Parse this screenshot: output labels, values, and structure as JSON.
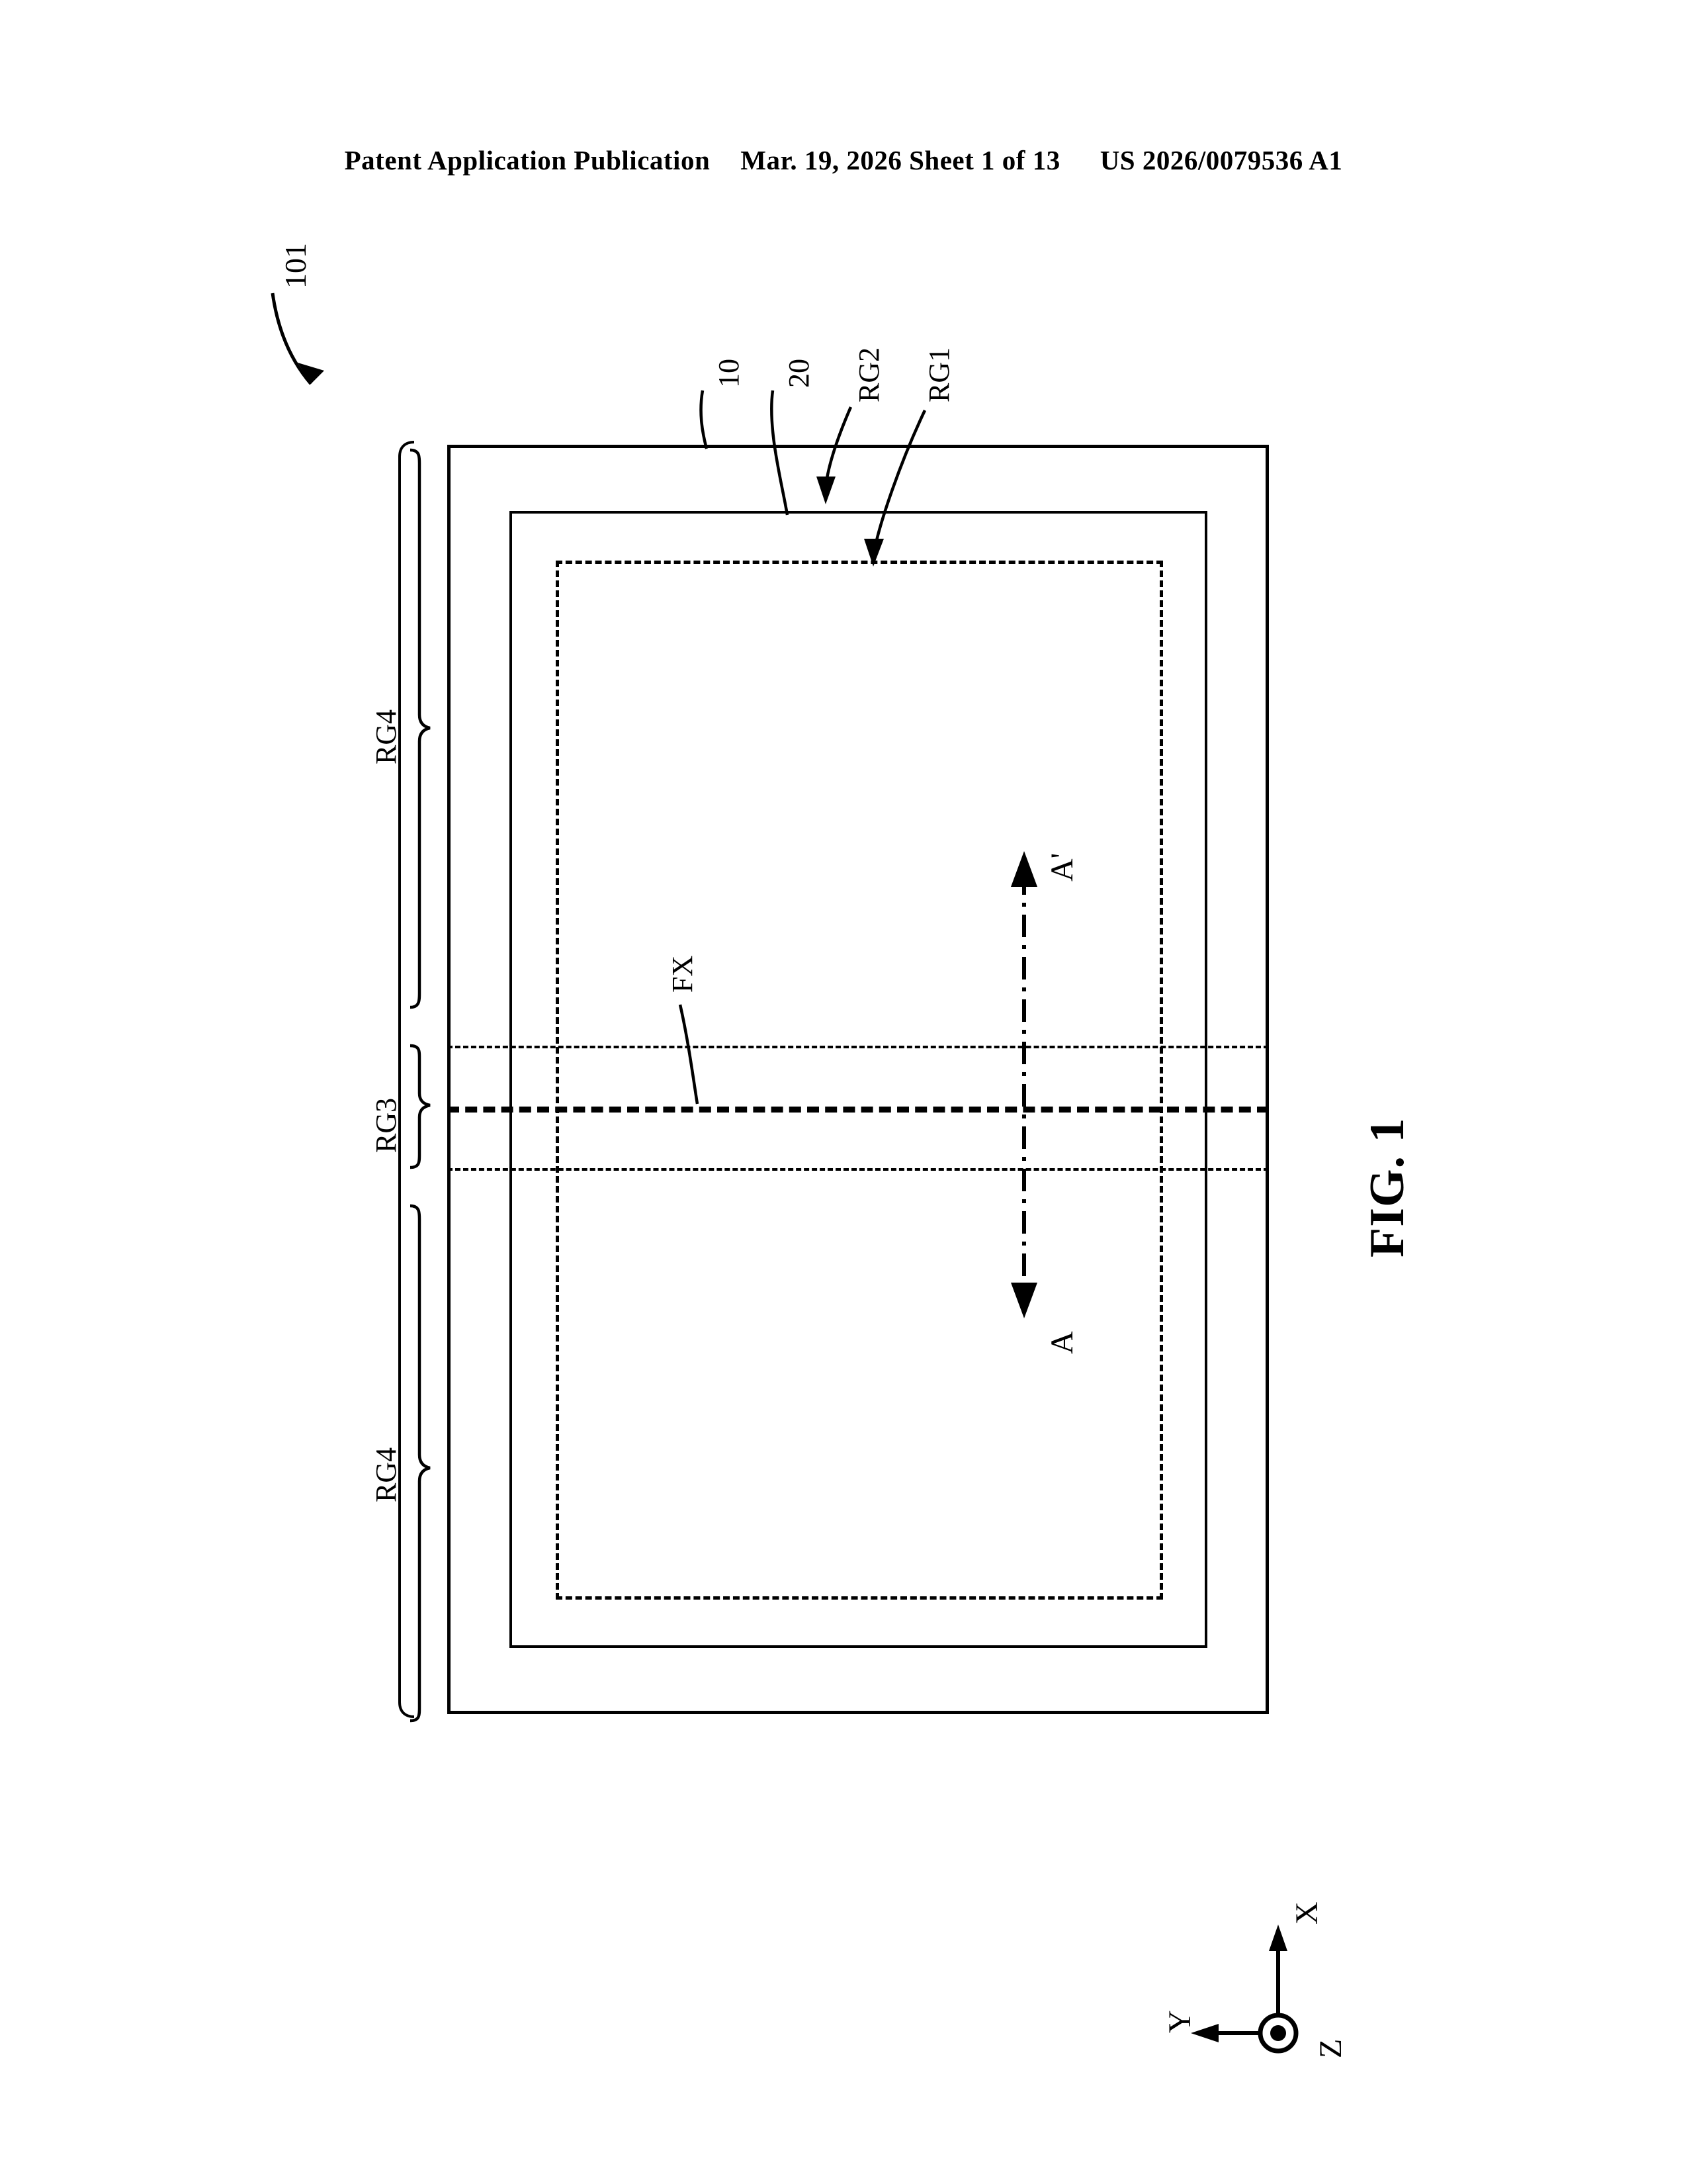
{
  "header": {
    "publication": "Patent Application Publication",
    "date_sheet": "Mar. 19, 2026  Sheet 1 of 13",
    "pub_number": "US 2026/0079536 A1"
  },
  "figure": {
    "caption": "FIG. 1",
    "device_ref": "101",
    "callouts": [
      {
        "label": "10",
        "desc": "outer-substrate-layer"
      },
      {
        "label": "20",
        "desc": "inner-frame-layer"
      },
      {
        "label": "RG2",
        "desc": "second-region"
      },
      {
        "label": "RG1",
        "desc": "first-region"
      }
    ],
    "side_labels": [
      {
        "label": "RG4",
        "desc": "upper-non-folding-region"
      },
      {
        "label": "RG3",
        "desc": "folding-region"
      },
      {
        "label": "RG4",
        "desc": "lower-non-folding-region"
      }
    ],
    "fold_axis_label": "FX",
    "section_line": {
      "start_label": "A",
      "end_label": "A'"
    },
    "axes": {
      "x": "X",
      "y": "Y",
      "z": "Z"
    }
  }
}
